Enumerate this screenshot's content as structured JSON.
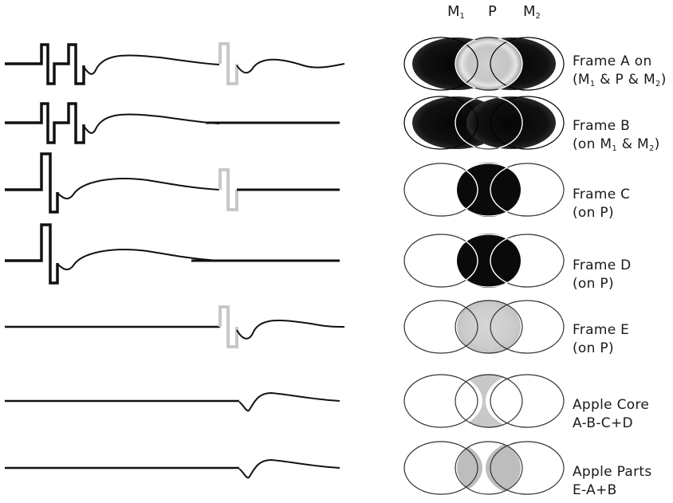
{
  "header": {
    "m1": {
      "main": "M",
      "sub": "1"
    },
    "p": "P",
    "m2": {
      "main": "M",
      "sub": "2"
    }
  },
  "colors": {
    "ink": "#111111",
    "pulse_gray": "#c8c8c8",
    "fill_dark": "#0a0a0a",
    "fill_light": "#c8c8c8"
  },
  "rows": [
    {
      "id": "frame-a",
      "line1": "Frame A on",
      "line2": {
        "p1": "(M",
        "s1": "1",
        "p2": " & P & M",
        "s2": "2",
        "p3": ")"
      },
      "pulses": "dark-double+gray",
      "fill": {
        "m1": "dark",
        "p": "light-center",
        "m2": "dark"
      }
    },
    {
      "id": "frame-b",
      "line1": "Frame B",
      "line2": {
        "p1": "(on M",
        "s1": "1",
        "p2": " & M",
        "s2": "2",
        "p3": ")"
      },
      "pulses": "dark-double",
      "fill": {
        "m1": "dark",
        "p": "none",
        "m2": "dark"
      }
    },
    {
      "id": "frame-c",
      "line1": "Frame C",
      "line2": {
        "p1": "(on P)"
      },
      "pulses": "dark-single+gray",
      "fill": {
        "m1": "none",
        "p": "dark",
        "m2": "none"
      }
    },
    {
      "id": "frame-d",
      "line1": "Frame D",
      "line2": {
        "p1": "(on P)"
      },
      "pulses": "dark-single",
      "fill": {
        "m1": "none",
        "p": "dark",
        "m2": "none"
      }
    },
    {
      "id": "frame-e",
      "line1": "Frame E",
      "line2": {
        "p1": "(on P)"
      },
      "pulses": "gray",
      "fill": {
        "m1": "none",
        "p": "light",
        "m2": "none"
      }
    },
    {
      "id": "apple-core",
      "line1": "Apple Core",
      "line2": {
        "p1": "A-B-C+D"
      },
      "pulses": "none",
      "fill": {
        "m1": "none",
        "p": "apple-core",
        "m2": "none"
      }
    },
    {
      "id": "apple-parts",
      "line1": "Apple Parts",
      "line2": {
        "p1": "E-A+B"
      },
      "pulses": "none",
      "fill": {
        "m1": "none",
        "p": "apple-parts",
        "m2": "none"
      }
    }
  ]
}
